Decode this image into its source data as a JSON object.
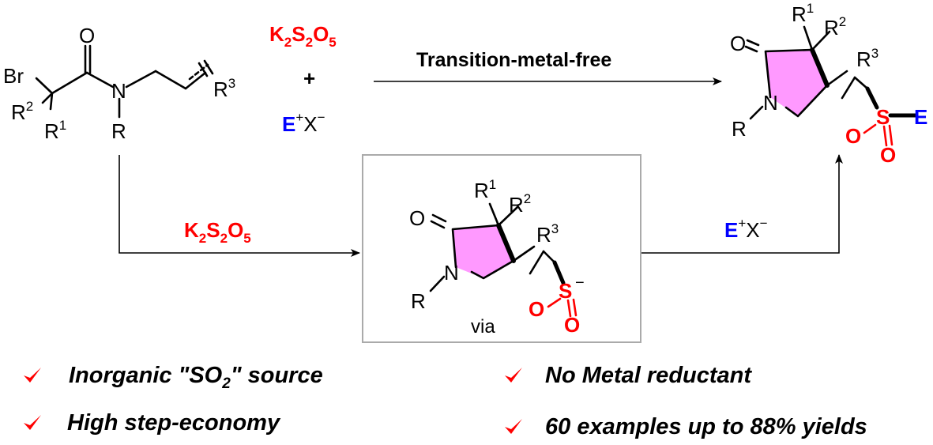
{
  "reagent_top": {
    "k2s2o5": {
      "k": "K",
      "n1": "2",
      "s": "S",
      "n2": "2",
      "o": "O",
      "n3": "5"
    },
    "plus": "+",
    "electrophile": {
      "e": "E",
      "charge_plus": "+",
      "x": "X",
      "charge_minus": "−"
    }
  },
  "arrow_top_label": "Transition-metal-free",
  "arrow_bottom_label": {
    "k": "K",
    "n1": "2",
    "s": "S",
    "n2": "2",
    "o": "O",
    "n3": "5"
  },
  "arrow_right_label": {
    "e": "E",
    "charge_plus": "+",
    "x": "X",
    "charge_minus": "−"
  },
  "box_caption": "via",
  "starting_material": {
    "br": "Br",
    "o": "O",
    "n": "N",
    "r": "R",
    "r1": {
      "base": "R",
      "sup": "1"
    },
    "r2": {
      "base": "R",
      "sup": "2"
    },
    "r3": {
      "base": "R",
      "sup": "3"
    }
  },
  "intermediate": {
    "o": "O",
    "n": "N",
    "r": "R",
    "s": "S",
    "o_s1": "O",
    "o_s2": "O",
    "charge": "−",
    "r1": {
      "base": "R",
      "sup": "1"
    },
    "r2": {
      "base": "R",
      "sup": "2"
    },
    "r3": {
      "base": "R",
      "sup": "3"
    }
  },
  "product": {
    "o": "O",
    "n": "N",
    "r": "R",
    "s": "S",
    "o_s1": "O",
    "o_s2": "O",
    "e": "E",
    "r1": {
      "base": "R",
      "sup": "1"
    },
    "r2": {
      "base": "R",
      "sup": "2"
    },
    "r3": {
      "base": "R",
      "sup": "3"
    }
  },
  "features": [
    {
      "pre": "Inorganic \"SO",
      "sub": "2",
      "post": "\" source"
    },
    {
      "text": "High step-economy"
    },
    {
      "text": "No Metal reductant"
    },
    {
      "text": "60 examples up to 88% yields"
    }
  ],
  "colors": {
    "heteroatom_red": "#ff0000",
    "electrophile_blue": "#0000ff",
    "ring_fill": "#ff99ff",
    "check_red": "#ff0000",
    "box_border": "#aaaaaa"
  },
  "icons": [
    "check-icon"
  ]
}
